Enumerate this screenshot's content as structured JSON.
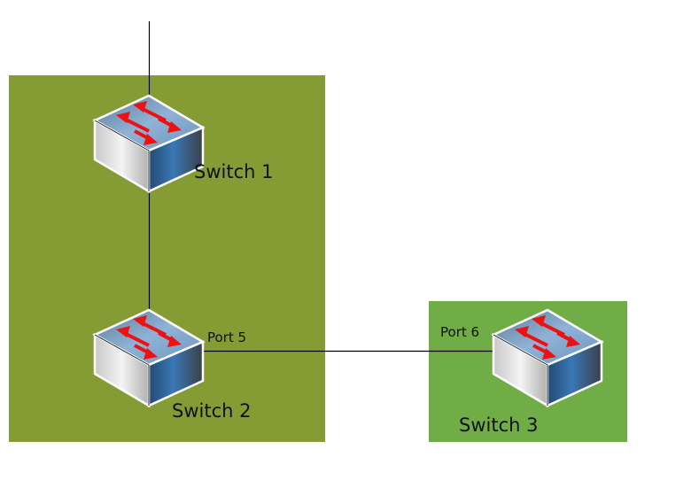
{
  "colors": {
    "zone_a": "#859c35",
    "zone_b": "#70ad47",
    "link": "#000000",
    "arrow": "#ee1111",
    "switch_top": "#7ea4c8",
    "switch_right": "#2f6aa3",
    "switch_left": "#e6e6e6"
  },
  "zones": [
    {
      "id": "zone-a",
      "contains": [
        "Switch 1",
        "Switch 2"
      ]
    },
    {
      "id": "zone-b",
      "contains": [
        "Switch 3"
      ]
    }
  ],
  "switches": [
    {
      "name": "Switch 1",
      "icon": "network-switch-icon"
    },
    {
      "name": "Switch 2",
      "icon": "network-switch-icon"
    },
    {
      "name": "Switch 3",
      "icon": "network-switch-icon"
    }
  ],
  "ports": [
    {
      "label": "Port 5",
      "switch": "Switch 2"
    },
    {
      "label": "Port 6",
      "switch": "Switch 3"
    }
  ],
  "links": [
    {
      "from": "uplink",
      "to": "Switch 1"
    },
    {
      "from": "Switch 1",
      "to": "Switch 2"
    },
    {
      "from": "Switch 2",
      "to": "Switch 3",
      "from_port": "Port 5",
      "to_port": "Port 6"
    }
  ]
}
